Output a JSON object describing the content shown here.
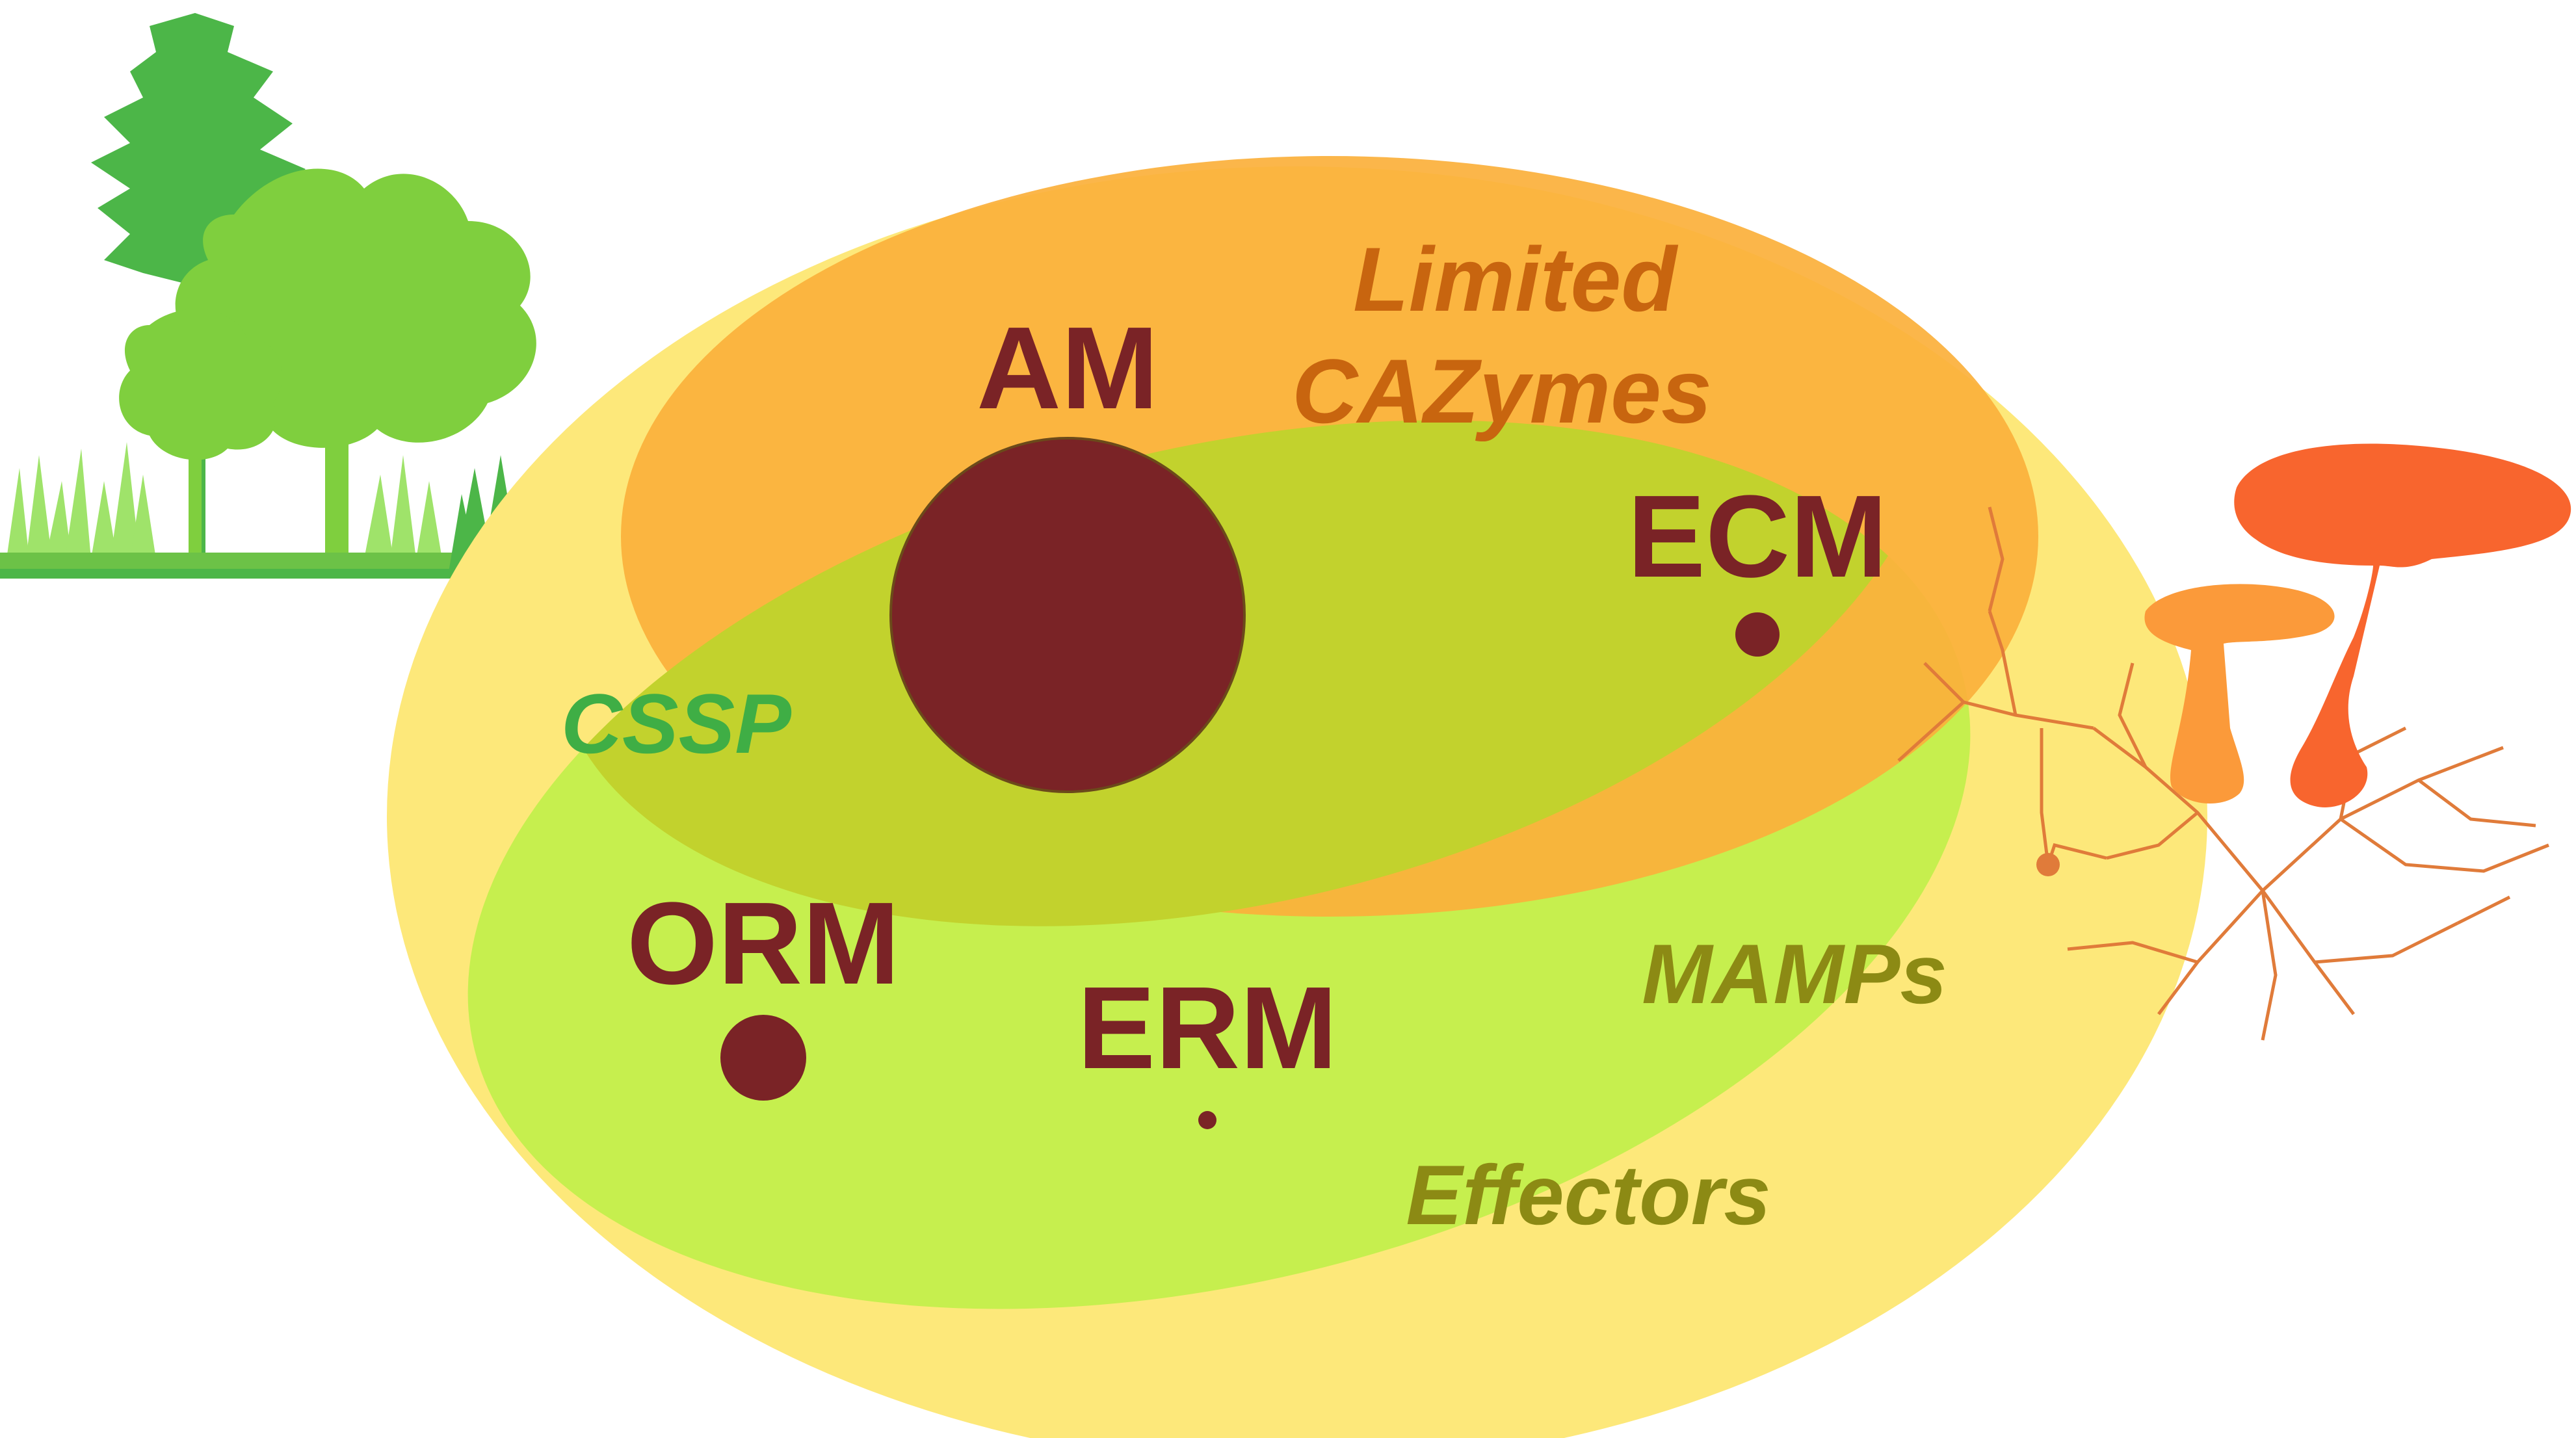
{
  "diagram": {
    "groups": [
      {
        "id": "outer",
        "color": "#fde87a"
      },
      {
        "id": "green",
        "color": "#c6ef4e"
      },
      {
        "id": "orange",
        "color": "#fbb03b"
      }
    ],
    "types": [
      {
        "id": "am",
        "label": "AM"
      },
      {
        "id": "ecm",
        "label": "ECM"
      },
      {
        "id": "orm",
        "label": "ORM"
      },
      {
        "id": "erm",
        "label": "ERM"
      }
    ],
    "features": [
      {
        "id": "limited",
        "label": "Limited",
        "color": "#c8650f"
      },
      {
        "id": "cazymes",
        "label": "CAZymes",
        "color": "#c8650f"
      },
      {
        "id": "cssp",
        "label": "CSSP",
        "color": "#3fae45"
      },
      {
        "id": "mamps",
        "label": "MAMPs",
        "color": "#8c8a14"
      },
      {
        "id": "effectors",
        "label": "Effectors",
        "color": "#8c8a14"
      }
    ],
    "marker_color": "#7a2326",
    "icons": [
      "forest-icon",
      "mushroom-icon",
      "mycelium-icon"
    ]
  }
}
